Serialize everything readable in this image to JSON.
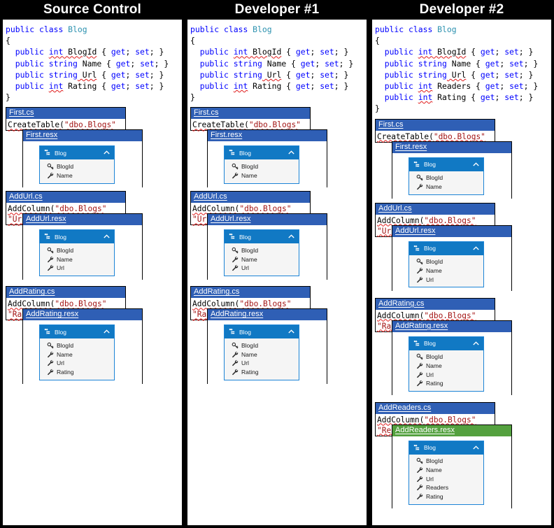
{
  "columns": [
    {
      "title": "Source Control",
      "class_code": {
        "lines": [
          [
            {
              "t": "public ",
              "c": "kw"
            },
            {
              "t": "class ",
              "c": "kw"
            },
            {
              "t": "Blog",
              "c": "typ"
            }
          ],
          [
            {
              "t": "{",
              "c": "pun"
            }
          ],
          [
            {
              "t": "  ",
              "c": "pun"
            },
            {
              "t": "public ",
              "c": "kw"
            },
            {
              "t": "int",
              "c": "kw sq"
            },
            {
              "t": " BlogId",
              "c": "pun sq"
            },
            {
              "t": " { ",
              "c": "pun"
            },
            {
              "t": "get",
              "c": "kw"
            },
            {
              "t": "; ",
              "c": "pun"
            },
            {
              "t": "set",
              "c": "kw"
            },
            {
              "t": "; }",
              "c": "pun"
            }
          ],
          [
            {
              "t": "  ",
              "c": "pun"
            },
            {
              "t": "public ",
              "c": "kw"
            },
            {
              "t": "string",
              "c": "kw"
            },
            {
              "t": " Name",
              "c": "pun"
            },
            {
              "t": " { ",
              "c": "pun"
            },
            {
              "t": "get",
              "c": "kw"
            },
            {
              "t": "; ",
              "c": "pun"
            },
            {
              "t": "set",
              "c": "kw"
            },
            {
              "t": "; }",
              "c": "pun"
            }
          ],
          [
            {
              "t": "  ",
              "c": "pun"
            },
            {
              "t": "public ",
              "c": "kw"
            },
            {
              "t": "string",
              "c": "kw"
            },
            {
              "t": " Url",
              "c": "pun sq"
            },
            {
              "t": " { ",
              "c": "pun"
            },
            {
              "t": "get",
              "c": "kw"
            },
            {
              "t": "; ",
              "c": "pun"
            },
            {
              "t": "set",
              "c": "kw"
            },
            {
              "t": "; }",
              "c": "pun"
            }
          ],
          [
            {
              "t": "  ",
              "c": "pun"
            },
            {
              "t": "public ",
              "c": "kw"
            },
            {
              "t": "int",
              "c": "kw sq"
            },
            {
              "t": " Rating",
              "c": "pun"
            },
            {
              "t": " { ",
              "c": "pun"
            },
            {
              "t": "get",
              "c": "kw"
            },
            {
              "t": "; ",
              "c": "pun"
            },
            {
              "t": "set",
              "c": "kw"
            },
            {
              "t": "; }",
              "c": "pun"
            }
          ],
          [
            {
              "t": "}",
              "c": "pun"
            }
          ]
        ]
      },
      "migrations": [
        {
          "cs_name": "First.cs",
          "cs_lines": [
            "CreateTable(\"dbo.Blogs\""
          ],
          "resx_name": "First.resx",
          "resx_highlight": false,
          "entity": "Blog",
          "properties": [
            {
              "name": "BlogId",
              "icon": "key-icon"
            },
            {
              "name": "Name",
              "icon": "property-icon"
            }
          ]
        },
        {
          "cs_name": "AddUrl.cs",
          "cs_lines": [
            "AddColumn(\"dbo.Blogs\"",
            "\"Url\""
          ],
          "resx_name": "AddUrl.resx",
          "resx_highlight": false,
          "entity": "Blog",
          "properties": [
            {
              "name": "BlogId",
              "icon": "key-icon"
            },
            {
              "name": "Name",
              "icon": "property-icon"
            },
            {
              "name": "Url",
              "icon": "property-icon"
            }
          ]
        },
        {
          "cs_name": "AddRating.cs",
          "cs_lines": [
            "AddColumn(\"dbo.Blogs\"",
            "\"Rating\""
          ],
          "resx_name": "AddRating.resx",
          "resx_highlight": false,
          "entity": "Blog",
          "properties": [
            {
              "name": "BlogId",
              "icon": "key-icon"
            },
            {
              "name": "Name",
              "icon": "property-icon"
            },
            {
              "name": "Url",
              "icon": "property-icon"
            },
            {
              "name": "Rating",
              "icon": "property-icon"
            }
          ]
        }
      ]
    },
    {
      "title": "Developer #1",
      "class_code": {
        "lines": [
          [
            {
              "t": "public ",
              "c": "kw"
            },
            {
              "t": "class ",
              "c": "kw"
            },
            {
              "t": "Blog",
              "c": "typ"
            }
          ],
          [
            {
              "t": "{",
              "c": "pun"
            }
          ],
          [
            {
              "t": "  ",
              "c": "pun"
            },
            {
              "t": "public ",
              "c": "kw"
            },
            {
              "t": "int",
              "c": "kw sq"
            },
            {
              "t": " BlogId",
              "c": "pun sq"
            },
            {
              "t": " { ",
              "c": "pun"
            },
            {
              "t": "get",
              "c": "kw"
            },
            {
              "t": "; ",
              "c": "pun"
            },
            {
              "t": "set",
              "c": "kw"
            },
            {
              "t": "; }",
              "c": "pun"
            }
          ],
          [
            {
              "t": "  ",
              "c": "pun"
            },
            {
              "t": "public ",
              "c": "kw"
            },
            {
              "t": "string",
              "c": "kw"
            },
            {
              "t": " Name",
              "c": "pun"
            },
            {
              "t": " { ",
              "c": "pun"
            },
            {
              "t": "get",
              "c": "kw"
            },
            {
              "t": "; ",
              "c": "pun"
            },
            {
              "t": "set",
              "c": "kw"
            },
            {
              "t": "; }",
              "c": "pun"
            }
          ],
          [
            {
              "t": "  ",
              "c": "pun"
            },
            {
              "t": "public ",
              "c": "kw"
            },
            {
              "t": "string",
              "c": "kw"
            },
            {
              "t": " Url",
              "c": "pun sq"
            },
            {
              "t": " { ",
              "c": "pun"
            },
            {
              "t": "get",
              "c": "kw"
            },
            {
              "t": "; ",
              "c": "pun"
            },
            {
              "t": "set",
              "c": "kw"
            },
            {
              "t": "; }",
              "c": "pun"
            }
          ],
          [
            {
              "t": "  ",
              "c": "pun"
            },
            {
              "t": "public ",
              "c": "kw"
            },
            {
              "t": "int",
              "c": "kw sq"
            },
            {
              "t": " Rating",
              "c": "pun"
            },
            {
              "t": " { ",
              "c": "pun"
            },
            {
              "t": "get",
              "c": "kw"
            },
            {
              "t": "; ",
              "c": "pun"
            },
            {
              "t": "set",
              "c": "kw"
            },
            {
              "t": "; }",
              "c": "pun"
            }
          ],
          [
            {
              "t": "}",
              "c": "pun"
            }
          ]
        ]
      },
      "migrations": [
        {
          "cs_name": "First.cs",
          "cs_lines": [
            "CreateTable(\"dbo.Blogs\""
          ],
          "resx_name": "First.resx",
          "resx_highlight": false,
          "entity": "Blog",
          "properties": [
            {
              "name": "BlogId",
              "icon": "key-icon"
            },
            {
              "name": "Name",
              "icon": "property-icon"
            }
          ]
        },
        {
          "cs_name": "AddUrl.cs",
          "cs_lines": [
            "AddColumn(\"dbo.Blogs\"",
            "\"Url\""
          ],
          "resx_name": "AddUrl.resx",
          "resx_highlight": false,
          "entity": "Blog",
          "properties": [
            {
              "name": "BlogId",
              "icon": "key-icon"
            },
            {
              "name": "Name",
              "icon": "property-icon"
            },
            {
              "name": "Url",
              "icon": "property-icon"
            }
          ]
        },
        {
          "cs_name": "AddRating.cs",
          "cs_lines": [
            "AddColumn(\"dbo.Blogs\"",
            "\"Rating\""
          ],
          "resx_name": "AddRating.resx",
          "resx_highlight": false,
          "entity": "Blog",
          "properties": [
            {
              "name": "BlogId",
              "icon": "key-icon"
            },
            {
              "name": "Name",
              "icon": "property-icon"
            },
            {
              "name": "Url",
              "icon": "property-icon"
            },
            {
              "name": "Rating",
              "icon": "property-icon"
            }
          ]
        }
      ]
    },
    {
      "title": "Developer #2",
      "class_code": {
        "lines": [
          [
            {
              "t": "public ",
              "c": "kw"
            },
            {
              "t": "class ",
              "c": "kw"
            },
            {
              "t": "Blog",
              "c": "typ"
            }
          ],
          [
            {
              "t": "{",
              "c": "pun"
            }
          ],
          [
            {
              "t": "  ",
              "c": "pun"
            },
            {
              "t": "public ",
              "c": "kw"
            },
            {
              "t": "int",
              "c": "kw sq"
            },
            {
              "t": " BlogId",
              "c": "pun sq"
            },
            {
              "t": " { ",
              "c": "pun"
            },
            {
              "t": "get",
              "c": "kw"
            },
            {
              "t": "; ",
              "c": "pun"
            },
            {
              "t": "set",
              "c": "kw"
            },
            {
              "t": "; }",
              "c": "pun"
            }
          ],
          [
            {
              "t": "  ",
              "c": "pun"
            },
            {
              "t": "public ",
              "c": "kw"
            },
            {
              "t": "string",
              "c": "kw"
            },
            {
              "t": " Name",
              "c": "pun"
            },
            {
              "t": " { ",
              "c": "pun"
            },
            {
              "t": "get",
              "c": "kw"
            },
            {
              "t": "; ",
              "c": "pun"
            },
            {
              "t": "set",
              "c": "kw"
            },
            {
              "t": "; }",
              "c": "pun"
            }
          ],
          [
            {
              "t": "  ",
              "c": "pun"
            },
            {
              "t": "public ",
              "c": "kw"
            },
            {
              "t": "string",
              "c": "kw"
            },
            {
              "t": " Url",
              "c": "pun sq"
            },
            {
              "t": " { ",
              "c": "pun"
            },
            {
              "t": "get",
              "c": "kw"
            },
            {
              "t": "; ",
              "c": "pun"
            },
            {
              "t": "set",
              "c": "kw"
            },
            {
              "t": "; }",
              "c": "pun"
            }
          ],
          [
            {
              "t": "  ",
              "c": "pun"
            },
            {
              "t": "public ",
              "c": "kw"
            },
            {
              "t": "int",
              "c": "kw sq"
            },
            {
              "t": " Readers",
              "c": "pun"
            },
            {
              "t": " { ",
              "c": "pun"
            },
            {
              "t": "get",
              "c": "kw"
            },
            {
              "t": "; ",
              "c": "pun"
            },
            {
              "t": "set",
              "c": "kw"
            },
            {
              "t": "; }",
              "c": "pun"
            }
          ],
          [
            {
              "t": "  ",
              "c": "pun"
            },
            {
              "t": "public ",
              "c": "kw"
            },
            {
              "t": "int",
              "c": "kw sq"
            },
            {
              "t": " Rating",
              "c": "pun"
            },
            {
              "t": " { ",
              "c": "pun"
            },
            {
              "t": "get",
              "c": "kw"
            },
            {
              "t": "; ",
              "c": "pun"
            },
            {
              "t": "set",
              "c": "kw"
            },
            {
              "t": "; }",
              "c": "pun"
            }
          ],
          [
            {
              "t": "}",
              "c": "pun"
            }
          ]
        ]
      },
      "migrations": [
        {
          "cs_name": "First.cs",
          "cs_lines": [
            "CreateTable(\"dbo.Blogs\""
          ],
          "resx_name": "First.resx",
          "resx_highlight": false,
          "entity": "Blog",
          "properties": [
            {
              "name": "BlogId",
              "icon": "key-icon"
            },
            {
              "name": "Name",
              "icon": "property-icon"
            }
          ]
        },
        {
          "cs_name": "AddUrl.cs",
          "cs_lines": [
            "AddColumn(\"dbo.Blogs\"",
            "\"Url\""
          ],
          "resx_name": "AddUrl.resx",
          "resx_highlight": false,
          "entity": "Blog",
          "properties": [
            {
              "name": "BlogId",
              "icon": "key-icon"
            },
            {
              "name": "Name",
              "icon": "property-icon"
            },
            {
              "name": "Url",
              "icon": "property-icon"
            }
          ]
        },
        {
          "cs_name": "AddRating.cs",
          "cs_lines": [
            "AddColumn(\"dbo.Blogs\"",
            "\"Rating\""
          ],
          "resx_name": "AddRating.resx",
          "resx_highlight": false,
          "entity": "Blog",
          "properties": [
            {
              "name": "BlogId",
              "icon": "key-icon"
            },
            {
              "name": "Name",
              "icon": "property-icon"
            },
            {
              "name": "Url",
              "icon": "property-icon"
            },
            {
              "name": "Rating",
              "icon": "property-icon"
            }
          ]
        },
        {
          "cs_name": "AddReaders.cs",
          "cs_lines": [
            "AddColumn(\"dbo.Blogs\"",
            "\"Readers\""
          ],
          "resx_name": "AddReaders.resx",
          "resx_highlight": true,
          "entity": "Blog",
          "properties": [
            {
              "name": "BlogId",
              "icon": "key-icon"
            },
            {
              "name": "Name",
              "icon": "property-icon"
            },
            {
              "name": "Url",
              "icon": "property-icon"
            },
            {
              "name": "Readers",
              "icon": "property-icon"
            },
            {
              "name": "Rating",
              "icon": "property-icon"
            }
          ]
        }
      ]
    }
  ],
  "colors": {
    "header_bg": "#000000",
    "title_bar_blue": "#2f5fb5",
    "title_bar_green": "#54a13f",
    "entity_header_blue": "#1179c4",
    "entity_border_blue": "#1c84d6",
    "entity_body_gray": "#f5f5f5",
    "keyword_blue": "#0000ff",
    "type_teal": "#2b91af",
    "string_red": "#a31515",
    "squiggle_red": "#e01b1b"
  },
  "icons": {
    "entity": "entity-icon",
    "collapse": "chevron-up-icon",
    "key": "key-icon",
    "property": "property-icon"
  }
}
